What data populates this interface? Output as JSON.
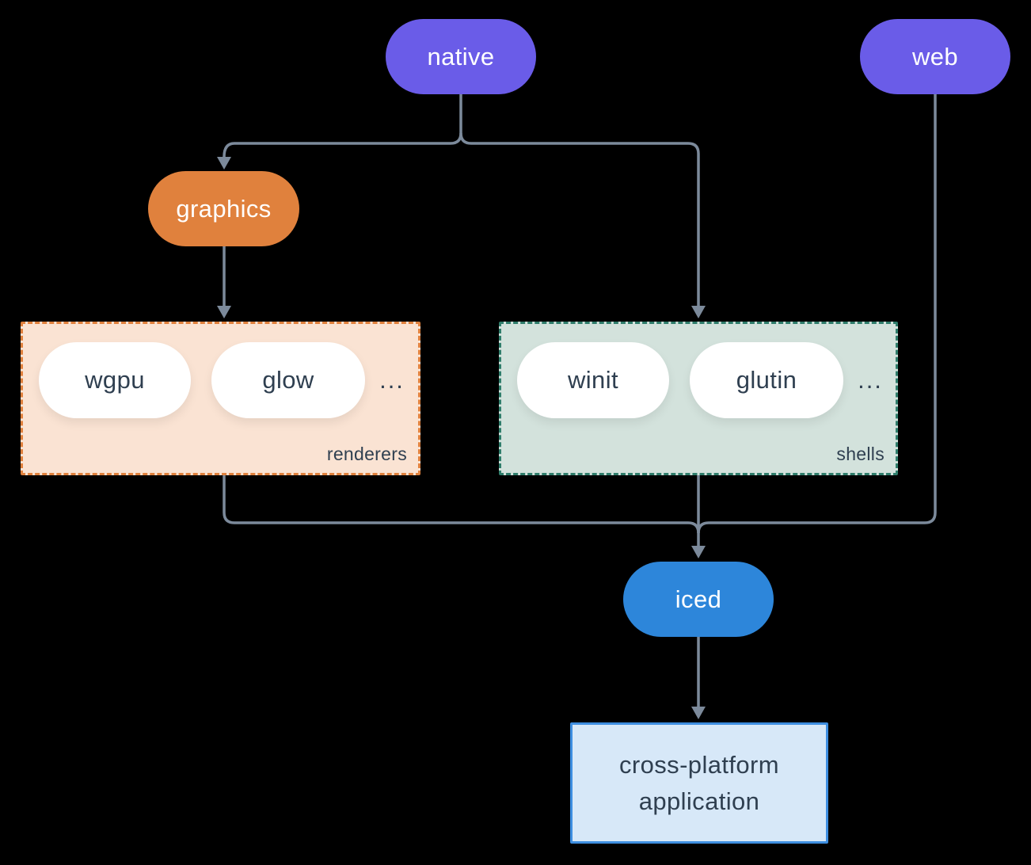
{
  "colors": {
    "background": "#000000",
    "purple": "#6A5CE8",
    "orange": "#E0813D",
    "peach-fill": "#FAE3D3",
    "teal-fill": "#D3E2DC",
    "teal-border": "#2F7D6B",
    "blue": "#2D86DA",
    "app-fill": "#D7E8F8",
    "app-border": "#3E8EE0",
    "slate-text": "#2F3F50",
    "line": "#7C8A9B",
    "pill-text": "#FFFFFF",
    "white": "#FFFFFF"
  },
  "nodes": {
    "native": "native",
    "web": "web",
    "graphics": "graphics",
    "iced": "iced"
  },
  "groups": {
    "renderers": {
      "label": "renderers",
      "items": [
        "wgpu",
        "glow"
      ],
      "ellipsis": "..."
    },
    "shells": {
      "label": "shells",
      "items": [
        "winit",
        "glutin"
      ],
      "ellipsis": "..."
    }
  },
  "app_box": {
    "line1": "cross-platform",
    "line2": "application"
  }
}
